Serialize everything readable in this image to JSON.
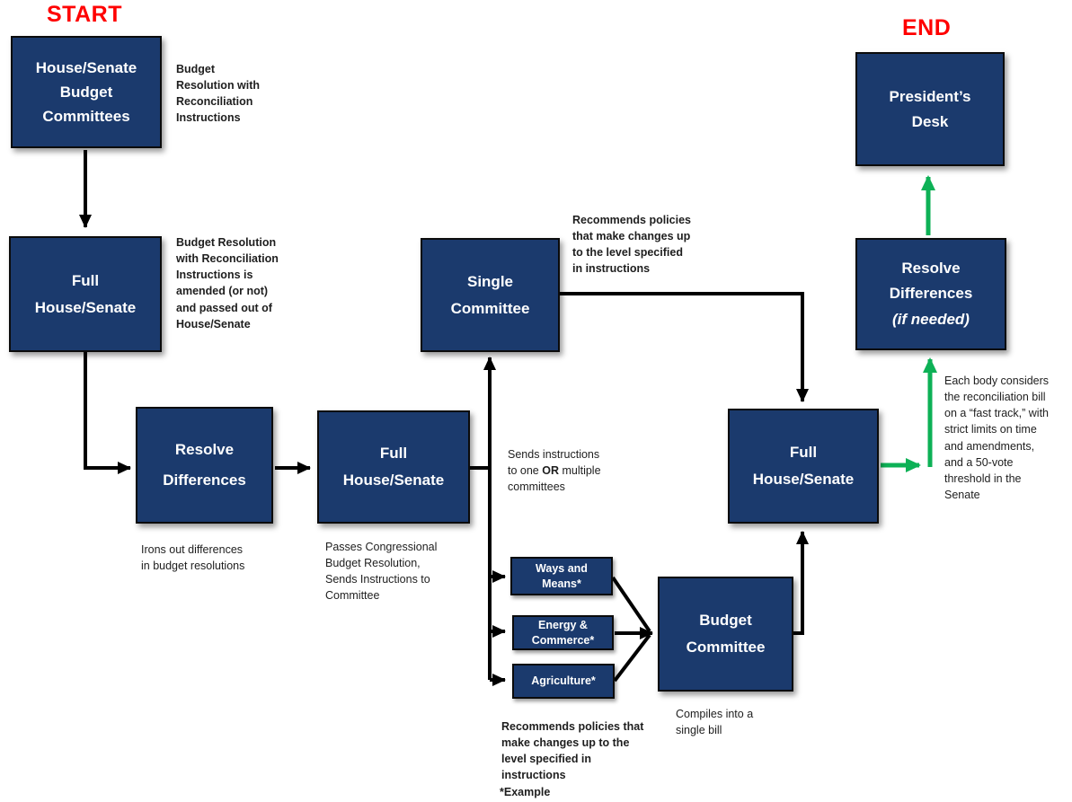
{
  "labels": {
    "start": "START",
    "end": "END"
  },
  "boxes": {
    "house_senate_budget_committees": {
      "label": "House/Senate\nBudget\nCommittees"
    },
    "full_house_senate_1": {
      "label": "Full\nHouse/Senate"
    },
    "resolve_differences_1": {
      "label": "Resolve\nDifferences"
    },
    "full_house_senate_2": {
      "label": "Full\nHouse/Senate"
    },
    "single_committee": {
      "label": "Single\nCommittee"
    },
    "ways_and_means": {
      "label": "Ways and\nMeans*"
    },
    "energy_commerce": {
      "label": "Energy &\nCommerce*"
    },
    "agriculture": {
      "label": "Agriculture*"
    },
    "budget_committee": {
      "label": "Budget\nCommittee"
    },
    "full_house_senate_3": {
      "label": "Full\nHouse/Senate"
    },
    "resolve_differences_2": {
      "label": "Resolve\nDifferences",
      "sub": "(if needed)"
    },
    "presidents_desk": {
      "label": "President’s\nDesk"
    }
  },
  "annotations": {
    "budget_resolution": "Budget\nResolution with\nReconciliation\nInstructions",
    "amended": "Budget Resolution\nwith Reconciliation\nInstructions is\namended (or not)\nand passed out of\nHouse/Senate",
    "irons_out": "Irons out differences\nin budget resolutions",
    "passes": "Passes Congressional\nBudget Resolution,\nSends Instructions to\nCommittee",
    "recommends_top": "Recommends policies\nthat make changes up\nto the level specified\nin instructions",
    "sends_instructions": {
      "pre": "Sends instructions\nto one ",
      "bold": "OR",
      "post": " multiple\ncommittees"
    },
    "recommends_bottom": "Recommends policies that\nmake changes up to the\nlevel specified in\ninstructions",
    "example": "*Example",
    "compiles": "Compiles into a\nsingle bill",
    "fast_track": "Each body considers\nthe reconciliation bill\non a “fast track,” with\nstrict limits on time\nand amendments,\nand a 50-vote\nthreshold in the\nSenate"
  },
  "colors": {
    "box_fill": "#1b3a6d",
    "box_border": "#0b0b0b",
    "box_text": "#ffffff",
    "arrow_black": "#000000",
    "arrow_green": "#0db156",
    "endpoint_red": "#ff0000",
    "note_text": "#1e1e1e",
    "background": "#ffffff"
  }
}
